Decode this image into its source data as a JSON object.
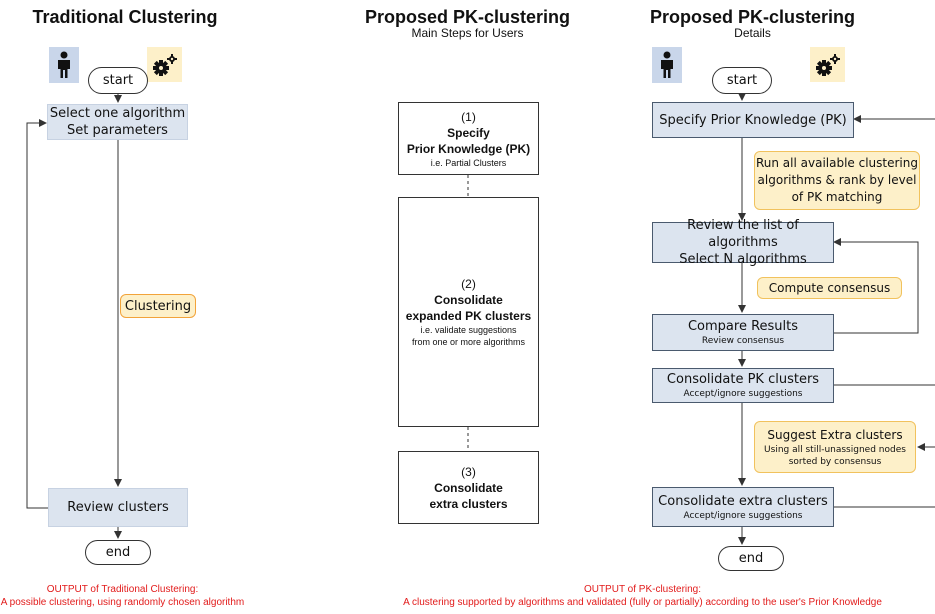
{
  "titles": {
    "traditional": "Traditional Clustering",
    "proposed_main": "Proposed PK-clustering",
    "proposed_main_sub": "Main Steps for Users",
    "proposed_details": "Proposed PK-clustering",
    "proposed_details_sub": "Details"
  },
  "left": {
    "start": "start",
    "select_line1": "Select one algorithm",
    "select_line2": "Set parameters",
    "clustering_note": "Clustering",
    "review": "Review clusters",
    "end": "end",
    "output_line1": "OUTPUT of Traditional Clustering:",
    "output_line2": "A possible clustering, using randomly chosen algorithm"
  },
  "middle": {
    "step1_num": "(1)",
    "step1_title1": "Specify",
    "step1_title2": "Prior Knowledge (PK)",
    "step1_sub": "i.e. Partial Clusters",
    "step2_num": "(2)",
    "step2_title1": "Consolidate",
    "step2_title2": "expanded PK clusters",
    "step2_sub1": "i.e. validate suggestions",
    "step2_sub2": "from one or more algorithms",
    "step3_num": "(3)",
    "step3_title1": "Consolidate",
    "step3_title2": "extra clusters"
  },
  "right": {
    "start": "start",
    "specify": "Specify Prior Knowledge (PK)",
    "run_line1": "Run all available clustering",
    "run_line2": "algorithms & rank by level",
    "run_line3": "of PK matching",
    "review_line1": "Review the list of algorithms",
    "review_line2": "Select N algorithms",
    "compute": "Compute consensus",
    "compare": "Compare Results",
    "compare_sub": "Review consensus",
    "consolidate_pk": "Consolidate PK clusters",
    "consolidate_pk_sub": "Accept/ignore suggestions",
    "suggest": "Suggest Extra clusters",
    "suggest_sub1": "Using all still-unassigned nodes",
    "suggest_sub2": "sorted by consensus",
    "consolidate_extra": "Consolidate extra clusters",
    "consolidate_extra_sub": "Accept/ignore suggestions",
    "end": "end"
  },
  "output_right": {
    "line1": "OUTPUT of PK-clustering:",
    "line2": "A clustering supported by algorithms and validated (fully or partially) according to the user's Prior Knowledge"
  },
  "icons": [
    "person-icon",
    "gears-icon"
  ],
  "colors": {
    "box_fill": "#dce4ef",
    "note_fill": "#fdf0c9",
    "note_border": "#f1c25d",
    "output_text": "#e21b1b",
    "icon_bg": "#fdf0c9",
    "person_bg": "#c9d6ea"
  }
}
